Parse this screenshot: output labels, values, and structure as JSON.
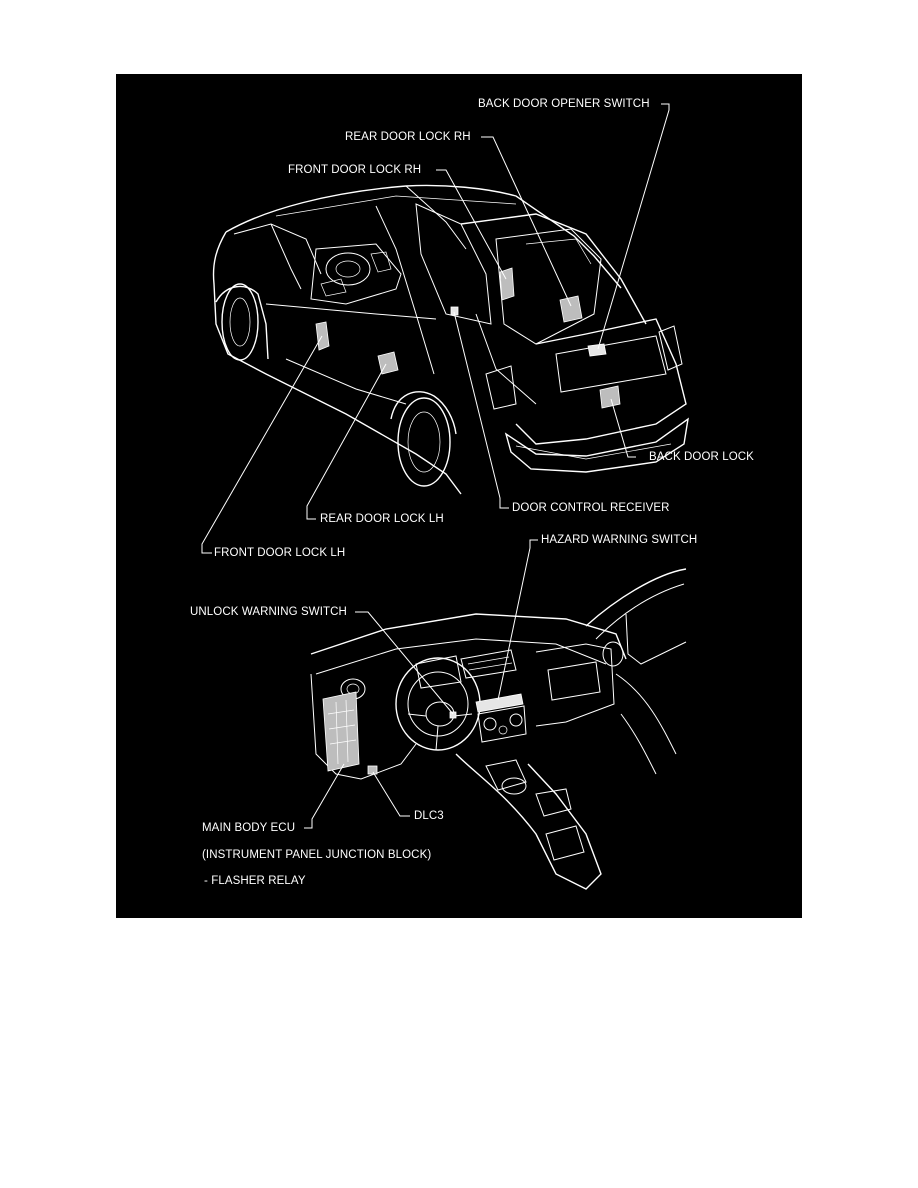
{
  "labels": {
    "back_door_opener_switch": "BACK DOOR OPENER SWITCH",
    "rear_door_lock_rh": "REAR DOOR LOCK RH",
    "front_door_lock_rh": "FRONT DOOR LOCK RH",
    "back_door_lock": "BACK DOOR LOCK",
    "door_control_receiver": "DOOR CONTROL RECEIVER",
    "rear_door_lock_lh": "REAR DOOR LOCK LH",
    "front_door_lock_lh": "FRONT DOOR LOCK LH",
    "hazard_warning_switch": "HAZARD WARNING SWITCH",
    "unlock_warning_switch": "UNLOCK WARNING SWITCH",
    "dlc3": "DLC3",
    "main_body_ecu": "MAIN BODY ECU",
    "instrument_panel_junction_block": "(INSTRUMENT PANEL JUNCTION BLOCK)",
    "flasher_relay": "- FLASHER RELAY"
  },
  "colors": {
    "panel_background": "#000000",
    "line_art": "#ffffff",
    "page_background": "#ffffff"
  }
}
